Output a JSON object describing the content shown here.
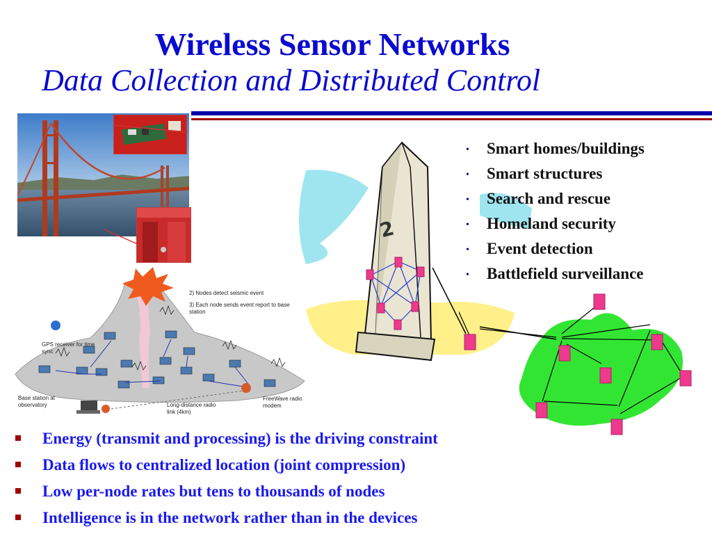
{
  "slide": {
    "title": "Wireless Sensor Networks",
    "subtitle": "Data Collection and Distributed Control"
  },
  "applications": [
    "Smart homes/buildings",
    "Smart structures",
    "Search and rescue",
    "Homeland security",
    "Event detection",
    "Battlefield surveillance"
  ],
  "key_points": [
    "Energy (transmit and processing) is the driving constraint",
    "Data flows to centralized location (joint compression)",
    "Low per-node rates but tens to thousands of nodes",
    "Intelligence is in the network rather than in the devices"
  ],
  "volcano_diagram": {
    "gps_label": "GPS receiver for time sync",
    "detect_label": "2) Nodes detect seismic event",
    "report_label": "3) Each node sends event report to base station",
    "base_label": "Base station at observatory",
    "freewave_label": "FreeWave radio modem",
    "radio_label": "Long-distance radio link (4km)"
  },
  "monument": {
    "number_mark": "2"
  },
  "colors": {
    "title_blue": "#0a0ad0",
    "bullet_red": "#a00000",
    "node_pink": "#ee3a8c",
    "network_green": "#33e533"
  }
}
